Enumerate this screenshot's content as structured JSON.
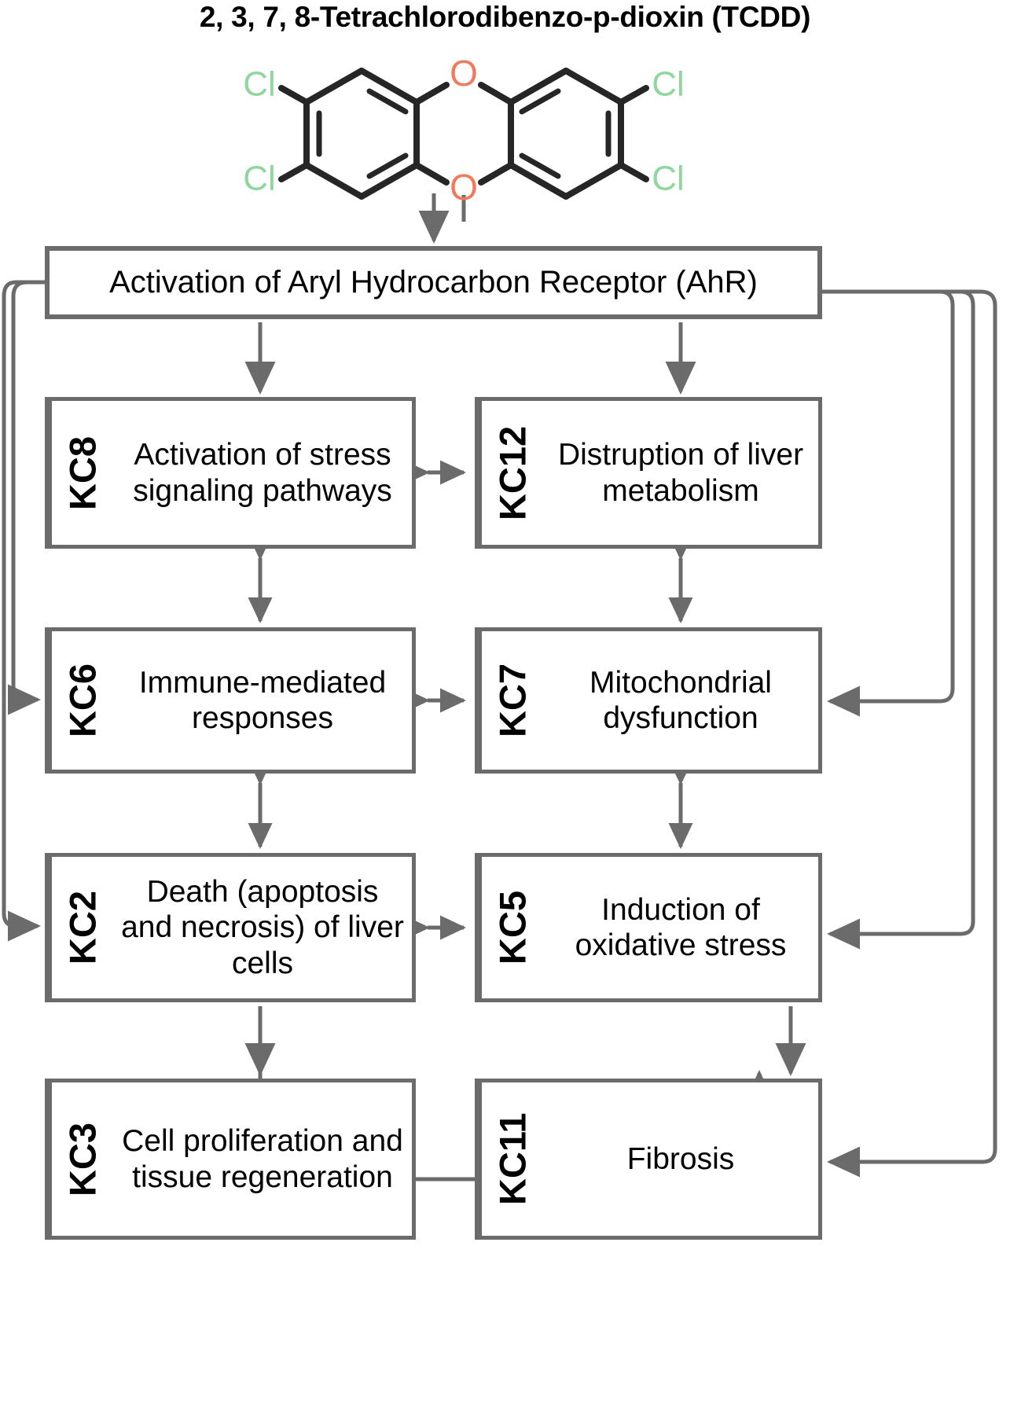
{
  "title": "2, 3, 7, 8-Tetrachlorodibenzo-p-dioxin (TCDD)",
  "colors": {
    "box_border": "#6b6b6b",
    "arrow": "#6b6b6b",
    "bond": "#262626",
    "chlorine_label": "#8fd69f",
    "oxygen_label": "#f4795b",
    "text": "#000000",
    "background": "#ffffff"
  },
  "molecule": {
    "name": "tcdd-structure",
    "substituent_labels": [
      {
        "text": "Cl",
        "position": "top-left"
      },
      {
        "text": "Cl",
        "position": "bottom-left"
      },
      {
        "text": "Cl",
        "position": "top-right"
      },
      {
        "text": "Cl",
        "position": "bottom-right"
      },
      {
        "text": "O",
        "position": "top-center"
      },
      {
        "text": "O",
        "position": "bottom-center"
      }
    ]
  },
  "nodes": [
    {
      "id": "ahr",
      "kc": "",
      "label": "Activation of Aryl Hydrocarbon Receptor (AhR)"
    },
    {
      "id": "kc8",
      "kc": "KC8",
      "label": "Activation of stress signaling pathways"
    },
    {
      "id": "kc12",
      "kc": "KC12",
      "label": "Distruption of liver metabolism"
    },
    {
      "id": "kc6",
      "kc": "KC6",
      "label": "Immune-mediated responses"
    },
    {
      "id": "kc7",
      "kc": "KC7",
      "label": "Mitochondrial dysfunction"
    },
    {
      "id": "kc2",
      "kc": "KC2",
      "label": "Death (apoptosis and necrosis) of liver cells"
    },
    {
      "id": "kc5",
      "kc": "KC5",
      "label": "Induction of oxidative stress"
    },
    {
      "id": "kc3",
      "kc": "KC3",
      "label": "Cell proliferation and tissue regeneration"
    },
    {
      "id": "kc11",
      "kc": "KC11",
      "label": "Fibrosis"
    }
  ],
  "edges": [
    {
      "from": "tcdd",
      "to": "ahr",
      "type": "arrow-down"
    },
    {
      "from": "ahr",
      "to": "kc8",
      "type": "arrow-down"
    },
    {
      "from": "ahr",
      "to": "kc12",
      "type": "arrow-down"
    },
    {
      "from": "ahr",
      "to": "kc6",
      "type": "feedback-left"
    },
    {
      "from": "ahr",
      "to": "kc2",
      "type": "feedback-left"
    },
    {
      "from": "ahr",
      "to": "kc7",
      "type": "feedback-right"
    },
    {
      "from": "ahr",
      "to": "kc5",
      "type": "feedback-right"
    },
    {
      "from": "ahr",
      "to": "kc11",
      "type": "feedback-right"
    },
    {
      "from": "kc8",
      "to": "kc12",
      "type": "bidirectional"
    },
    {
      "from": "kc8",
      "to": "kc6",
      "type": "bidirectional"
    },
    {
      "from": "kc12",
      "to": "kc7",
      "type": "bidirectional"
    },
    {
      "from": "kc6",
      "to": "kc7",
      "type": "bidirectional"
    },
    {
      "from": "kc6",
      "to": "kc2",
      "type": "bidirectional"
    },
    {
      "from": "kc7",
      "to": "kc5",
      "type": "bidirectional"
    },
    {
      "from": "kc2",
      "to": "kc5",
      "type": "bidirectional"
    },
    {
      "from": "kc2",
      "to": "kc3",
      "type": "arrow-down"
    },
    {
      "from": "kc2",
      "to": "kc11",
      "type": "arrow-elbow"
    },
    {
      "from": "kc5",
      "to": "kc11",
      "type": "arrow-down"
    }
  ]
}
